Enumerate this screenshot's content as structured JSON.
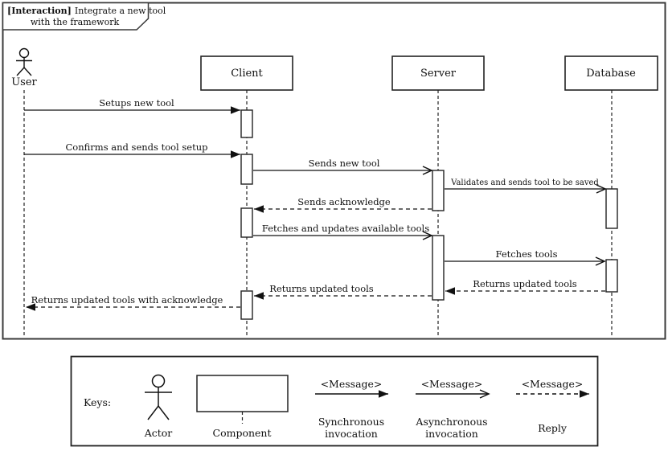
{
  "diagram": {
    "frame_title": {
      "keyword": "[Interaction]",
      "line1_rest": "Integrate a new tool",
      "line2": "with the framework"
    },
    "lifelines": [
      {
        "name": "User",
        "type": "actor"
      },
      {
        "name": "Client",
        "type": "component"
      },
      {
        "name": "Server",
        "type": "component"
      },
      {
        "name": "Database",
        "type": "component"
      }
    ],
    "messages": [
      {
        "label": "Setups new tool",
        "from": "User",
        "to": "Client",
        "kind": "synchronous"
      },
      {
        "label": "Confirms and sends tool setup",
        "from": "User",
        "to": "Client",
        "kind": "synchronous"
      },
      {
        "label": "Sends new tool",
        "from": "Client",
        "to": "Server",
        "kind": "asynchronous"
      },
      {
        "label": "Validates and sends tool to be saved",
        "from": "Server",
        "to": "Database",
        "kind": "asynchronous"
      },
      {
        "label": "Sends acknowledge",
        "from": "Server",
        "to": "Client",
        "kind": "reply"
      },
      {
        "label": "Fetches and updates available tools",
        "from": "Client",
        "to": "Server",
        "kind": "asynchronous"
      },
      {
        "label": "Fetches tools",
        "from": "Server",
        "to": "Database",
        "kind": "asynchronous"
      },
      {
        "label": "Returns updated tools",
        "from": "Database",
        "to": "Server",
        "kind": "reply"
      },
      {
        "label": "Returns updated tools",
        "from": "Server",
        "to": "Client",
        "kind": "reply"
      },
      {
        "label": "Returns updated tools with acknowledge",
        "from": "Client",
        "to": "User",
        "kind": "reply"
      }
    ]
  },
  "legend": {
    "title": "Keys:",
    "actor_label": "Actor",
    "component_label": "Component",
    "message_placeholder": "<Message>",
    "sync_label_line1": "Synchronous",
    "sync_label_line2": "invocation",
    "async_label_line1": "Asynchronous",
    "async_label_line2": "invocation",
    "reply_label": "Reply"
  },
  "colors": {
    "stroke": "#1a1a1a",
    "background": "#ffffff"
  }
}
